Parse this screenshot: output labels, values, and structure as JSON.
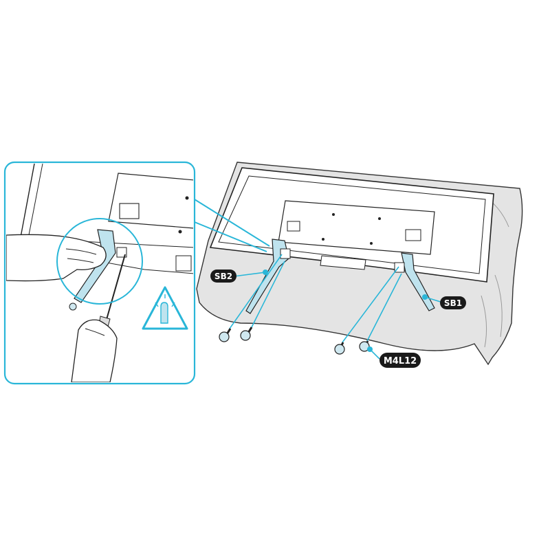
{
  "labels": {
    "sb2": "SB2",
    "sb1": "SB1",
    "screw": "M4L12"
  },
  "colors": {
    "accent": "#29b6d8",
    "part_fill": "#bfe3ee",
    "cloth": "#e4e4e4",
    "line": "#222222",
    "label_bg": "#1a1a1a"
  },
  "icons": {
    "warning": "caution-pinch-hand-icon"
  }
}
